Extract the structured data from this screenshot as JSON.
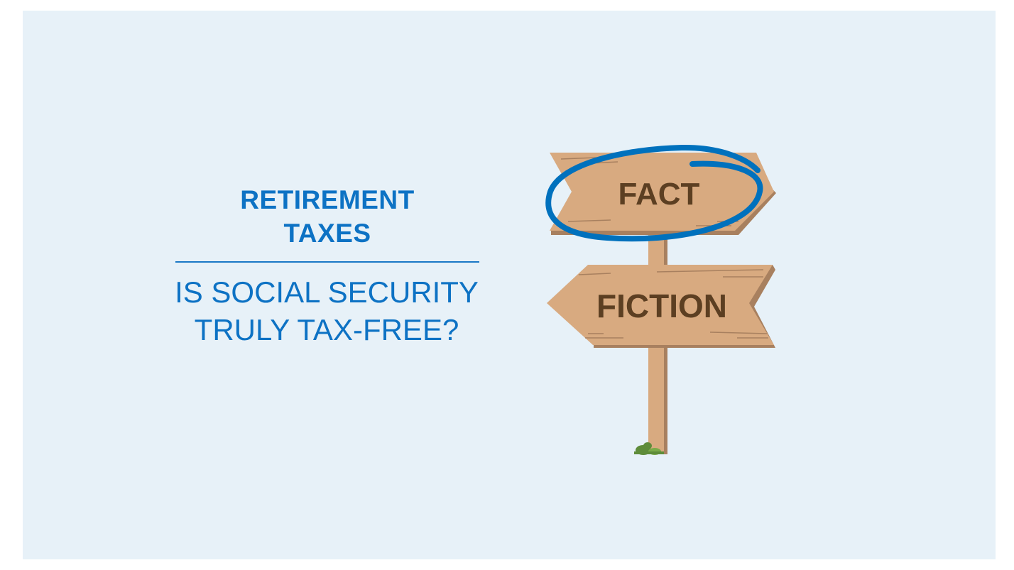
{
  "kicker": {
    "line1": "RETIREMENT",
    "line2": "TAXES"
  },
  "headline": {
    "line1": "IS SOCIAL SECURITY",
    "line2": "TRULY TAX-FREE?"
  },
  "sign": {
    "top_label": "FACT",
    "bottom_label": "FICTION"
  },
  "colors": {
    "background": "#e7f1f8",
    "accent": "#0d72c4",
    "wood": "#d8aa80",
    "wood_shadow": "#a8805f",
    "text_brown": "#5c3f22",
    "grass": "#5e8c3a"
  }
}
